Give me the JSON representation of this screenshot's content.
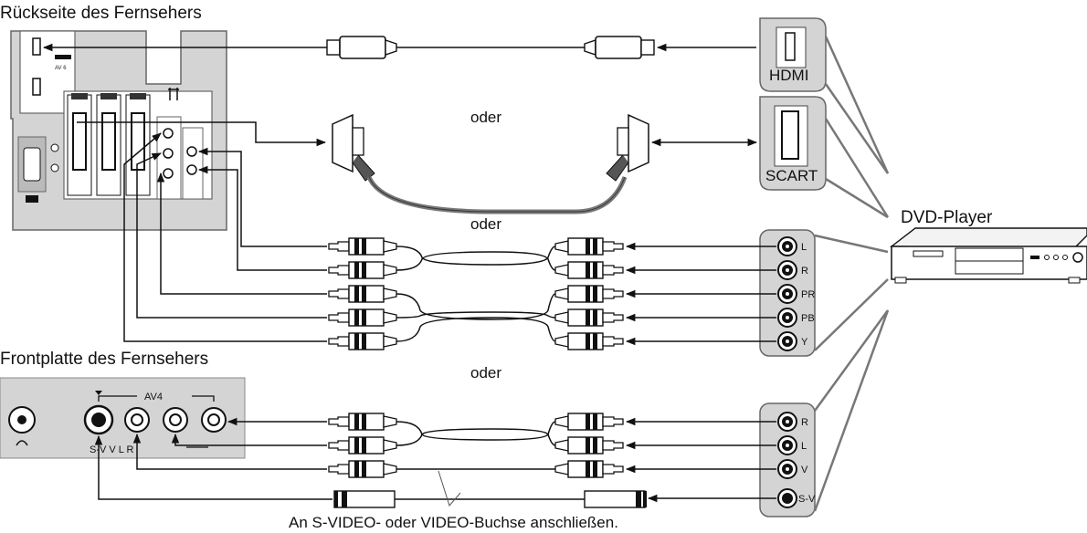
{
  "labels": {
    "tv_back": "Rückseite des Fernsehers",
    "tv_front": "Frontplatte des Fernsehers",
    "dvd_player": "DVD-Player",
    "oder": "oder",
    "footnote": "An S-VIDEO- oder VIDEO-Buchse anschließen.",
    "hdmi": "HDMI",
    "scart": "SCART",
    "av4": "AV4",
    "front_sockets": "S-V  V  L  R"
  },
  "component_jacks": [
    "L",
    "R",
    "PR",
    "PB",
    "Y"
  ],
  "front_jacks": [
    "R",
    "L",
    "V",
    "S-V"
  ],
  "colors": {
    "panel": "#d4d4d4",
    "line": "#111111"
  }
}
